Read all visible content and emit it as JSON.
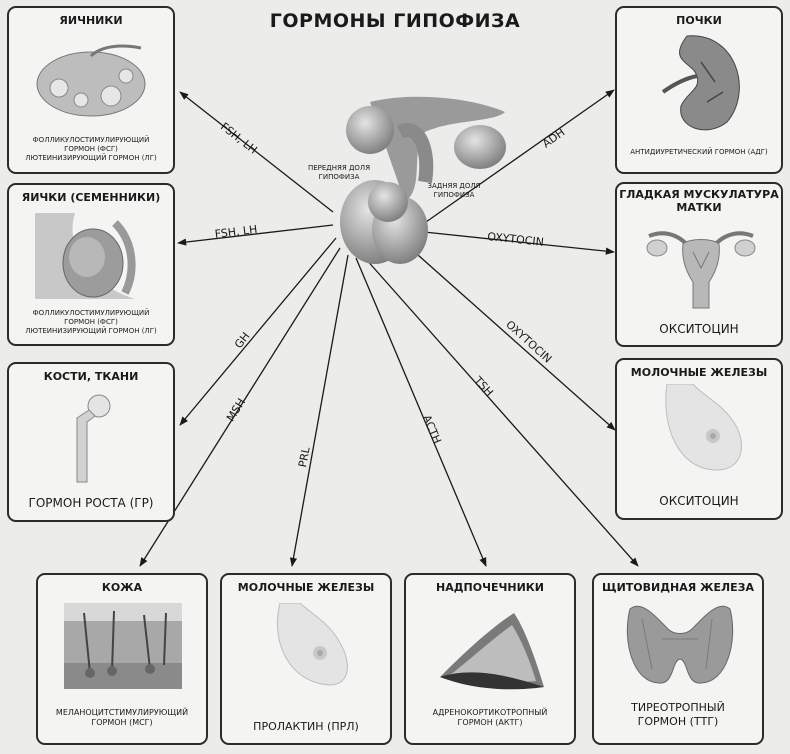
{
  "title": "ГОРМОНЫ ГИПОФИЗА",
  "pituitary": {
    "anterior_label": [
      "ПЕРЕДНЯЯ ДОЛЯ",
      "ГИПОФИЗА"
    ],
    "posterior_label": [
      "ЗАДНЯЯ ДОЛЯ",
      "ГИПОФИЗА"
    ]
  },
  "boxes": {
    "ovaries": {
      "title": "ЯИЧНИКИ",
      "caption": [
        "ФОЛЛИКУЛОСТИМУЛИРУЮЩИЙ",
        "ГОРМОН (ФСГ)",
        "ЛЮТЕИНИЗИРУЮЩИЙ ГОРМОН (ЛГ)"
      ]
    },
    "testes": {
      "title": "ЯИЧКИ (СЕМЕННИКИ)",
      "caption": [
        "ФОЛЛИКУЛОСТИМУЛИРУЮЩИЙ",
        "ГОРМОН (ФСГ)",
        "ЛЮТЕИНИЗИРУЮЩИЙ ГОРМОН (ЛГ)"
      ]
    },
    "bones": {
      "title": "КОСТИ, ТКАНИ",
      "caption": "ГОРМОН РОСТА (ГР)"
    },
    "skin": {
      "title": "КОЖА",
      "caption": [
        "МЕЛАНОЦИТСТИМУЛИРУЮЩИЙ",
        "ГОРМОН (МСГ)"
      ]
    },
    "mammary_prl": {
      "title": "МОЛОЧНЫЕ ЖЕЛЕЗЫ",
      "caption": "ПРОЛАКТИН (ПРЛ)"
    },
    "adrenals": {
      "title": "НАДПОЧЕЧНИКИ",
      "caption": [
        "АДРЕНОКОРТИКОТРОПНЫЙ",
        "ГОРМОН (АКТГ)"
      ]
    },
    "thyroid": {
      "title": "ЩИТОВИДНАЯ ЖЕЛЕЗА",
      "caption": [
        "ТИРЕОТРОПНЫЙ",
        "ГОРМОН (ТТГ)"
      ]
    },
    "kidneys": {
      "title": "ПОЧКИ",
      "caption": "АНТИДИУРЕТИЧЕСКИЙ ГОРМОН (АДГ)"
    },
    "uterus": {
      "title": [
        "ГЛАДКАЯ МУСКУЛАТУРА",
        "МАТКИ"
      ],
      "caption": "ОКСИТОЦИН"
    },
    "mammary_oxt": {
      "title": "МОЛОЧНЫЕ ЖЕЛЕЗЫ",
      "caption": "ОКСИТОЦИН"
    }
  },
  "arrow_labels": {
    "fsh_lh_1": "FSH, LH",
    "fsh_lh_2": "FSH, LH",
    "gh": "GH",
    "msh": "MSH",
    "prl": "PRL",
    "acth": "ACTH",
    "tsh": "TSH",
    "oxytocin_1": "OXYTOCIN",
    "oxytocin_2": "OXYTOCIN",
    "adh": "ADH"
  }
}
